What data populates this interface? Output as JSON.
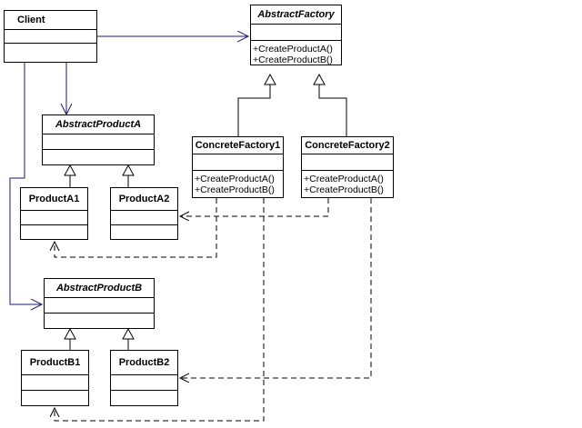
{
  "diagram": {
    "client": {
      "name": "Client"
    },
    "abstract_factory": {
      "name": "AbstractFactory",
      "operations": [
        "+CreateProductA()",
        "+CreateProductB()"
      ]
    },
    "concrete_factory_1": {
      "name": "ConcreteFactory1",
      "operations": [
        "+CreateProductA()",
        "+CreateProductB()"
      ]
    },
    "concrete_factory_2": {
      "name": "ConcreteFactory2",
      "operations": [
        "+CreateProductA()",
        "+CreateProductB()"
      ]
    },
    "abstract_product_a": {
      "name": "AbstractProductA"
    },
    "product_a1": {
      "name": "ProductA1"
    },
    "product_a2": {
      "name": "ProductA2"
    },
    "abstract_product_b": {
      "name": "AbstractProductB"
    },
    "product_b1": {
      "name": "ProductB1"
    },
    "product_b2": {
      "name": "ProductB2"
    }
  }
}
